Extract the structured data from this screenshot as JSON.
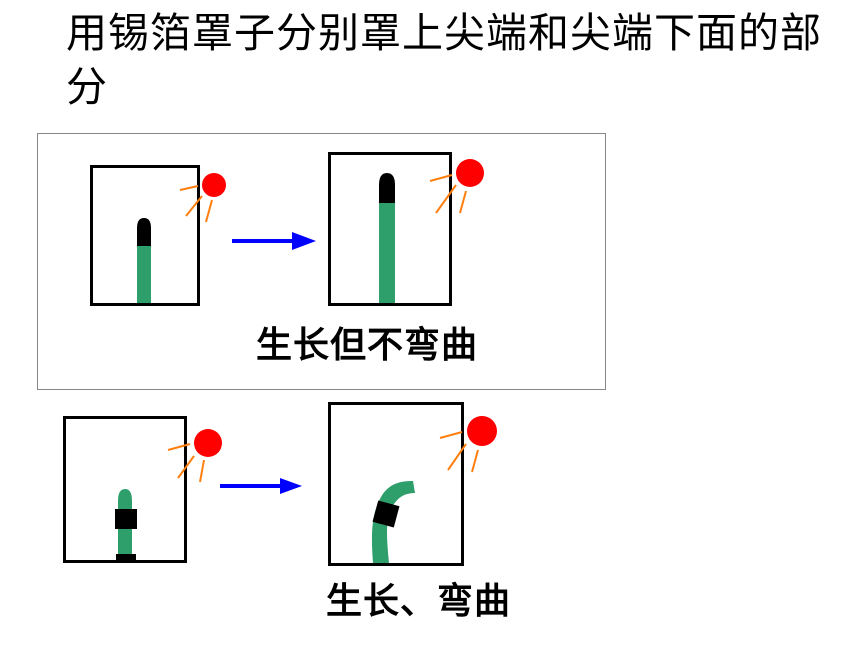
{
  "title": "用锡箔罩子分别罩上尖端和尖端下面的部分",
  "row1": {
    "caption": "生长但不弯曲"
  },
  "row2": {
    "caption": "生长、弯曲"
  },
  "colors": {
    "seedling": "#2e9e6a",
    "foil": "#000000",
    "sun": "#ff0000",
    "rays": "#ff7f0e",
    "arrow": "#0000ff"
  },
  "icons": [
    "sun-icon",
    "arrow-right-icon"
  ]
}
